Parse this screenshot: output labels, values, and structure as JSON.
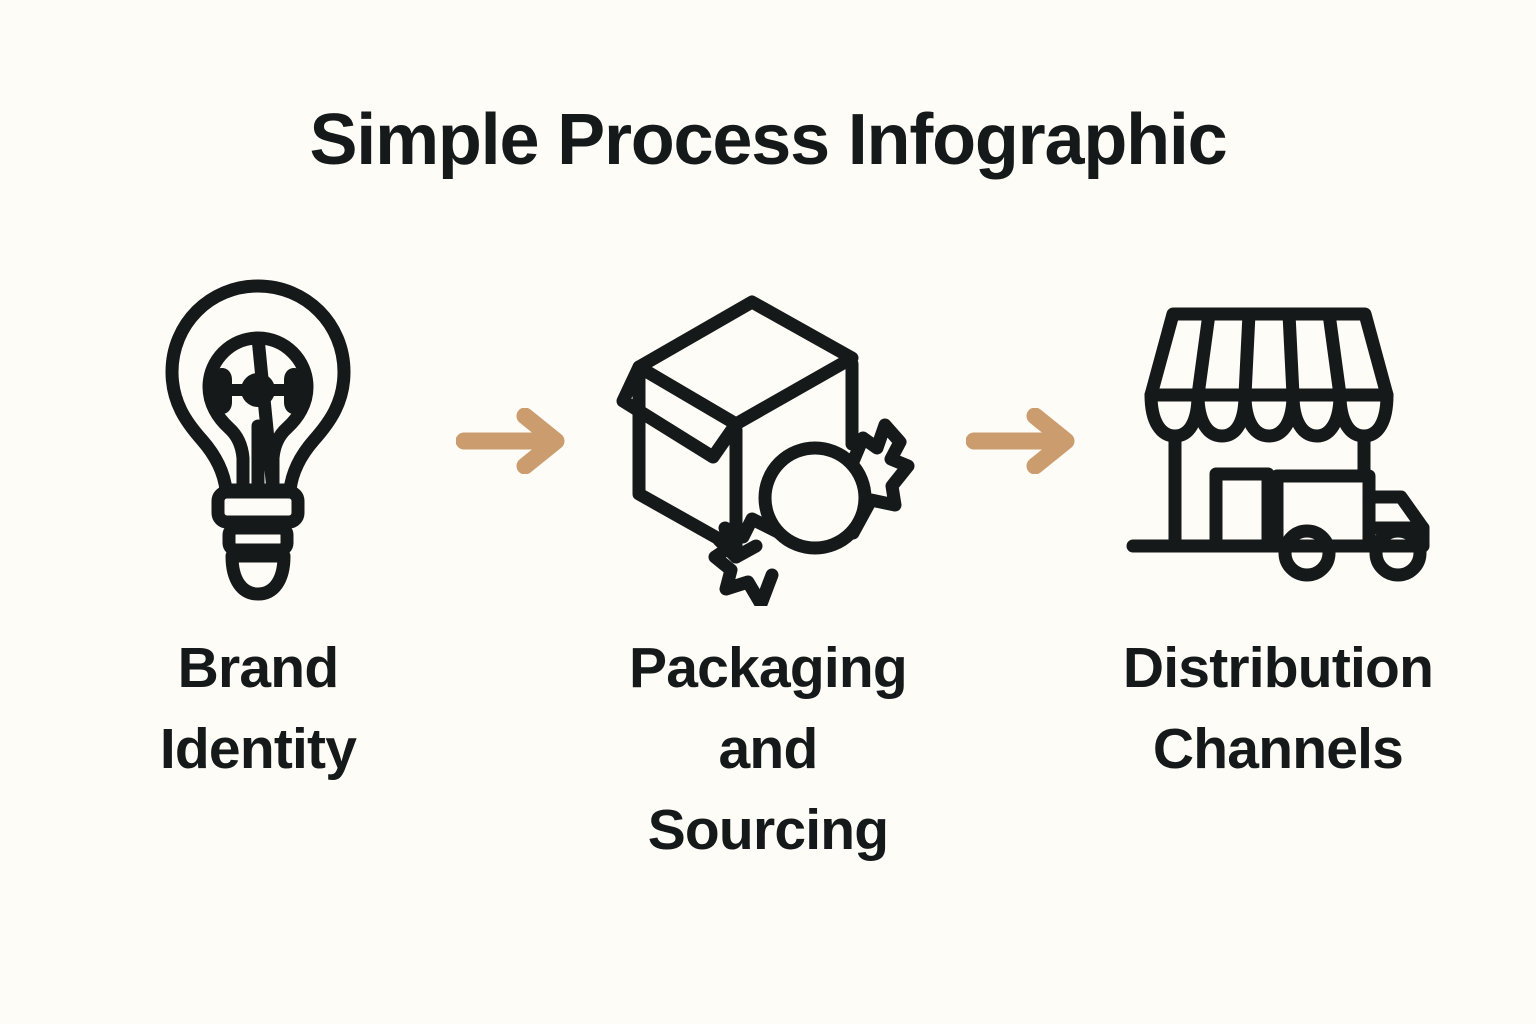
{
  "page": {
    "title": "Simple Process Infographic",
    "background_color": "#FDFCF7",
    "text_color": "#15191A",
    "arrow_color": "#CB9C6D",
    "icon_stroke_color": "#16191A"
  },
  "steps": [
    {
      "id": "step-1",
      "icon": "lightbulb-icon",
      "label": "Brand\nIdentity",
      "label_line_1": "Brand",
      "label_line_2": "Identity"
    },
    {
      "id": "step-2",
      "icon": "open-box-with-candy-icon",
      "label": "Packaging\nand Sourcing",
      "label_line_1": "Packaging",
      "label_line_2": "and Sourcing"
    },
    {
      "id": "step-3",
      "icon": "storefront-with-delivery-truck-icon",
      "label": "Distribution\nChannels",
      "label_line_1": "Distribution",
      "label_line_2": "Channels"
    }
  ],
  "connectors": [
    {
      "id": "connector-1",
      "icon": "arrow-right-icon",
      "color": "#CB9C6D"
    },
    {
      "id": "connector-2",
      "icon": "arrow-right-icon",
      "color": "#CB9C6D"
    }
  ]
}
